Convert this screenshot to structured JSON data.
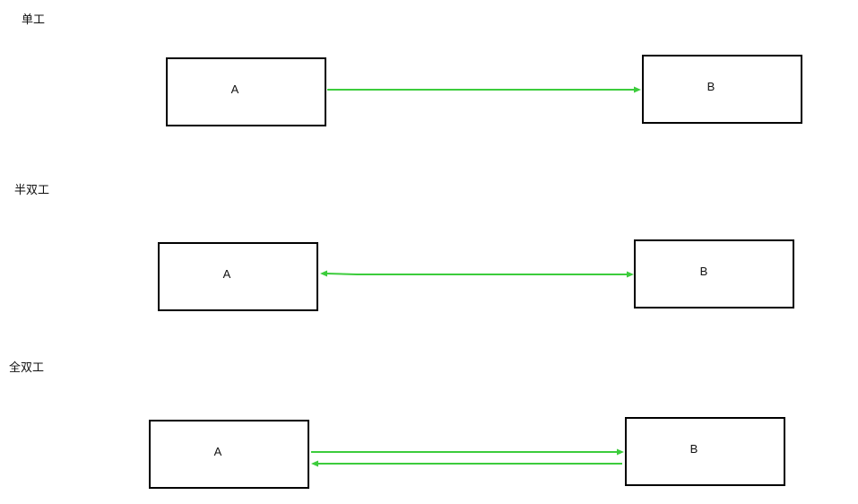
{
  "colors": {
    "arrow": "#3ccc3c",
    "box_stroke": "#000000",
    "text": "#111111",
    "background": "#ffffff"
  },
  "sections": {
    "simplex": {
      "label": "单工",
      "node_a": "A",
      "node_b": "B",
      "arrows": [
        "a-to-b"
      ]
    },
    "half_duplex": {
      "label": "半双工",
      "node_a": "A",
      "node_b": "B",
      "arrows": [
        "bidirectional"
      ]
    },
    "full_duplex": {
      "label": "全双工",
      "node_a": "A",
      "node_b": "B",
      "arrows": [
        "a-to-b",
        "b-to-a"
      ]
    }
  }
}
